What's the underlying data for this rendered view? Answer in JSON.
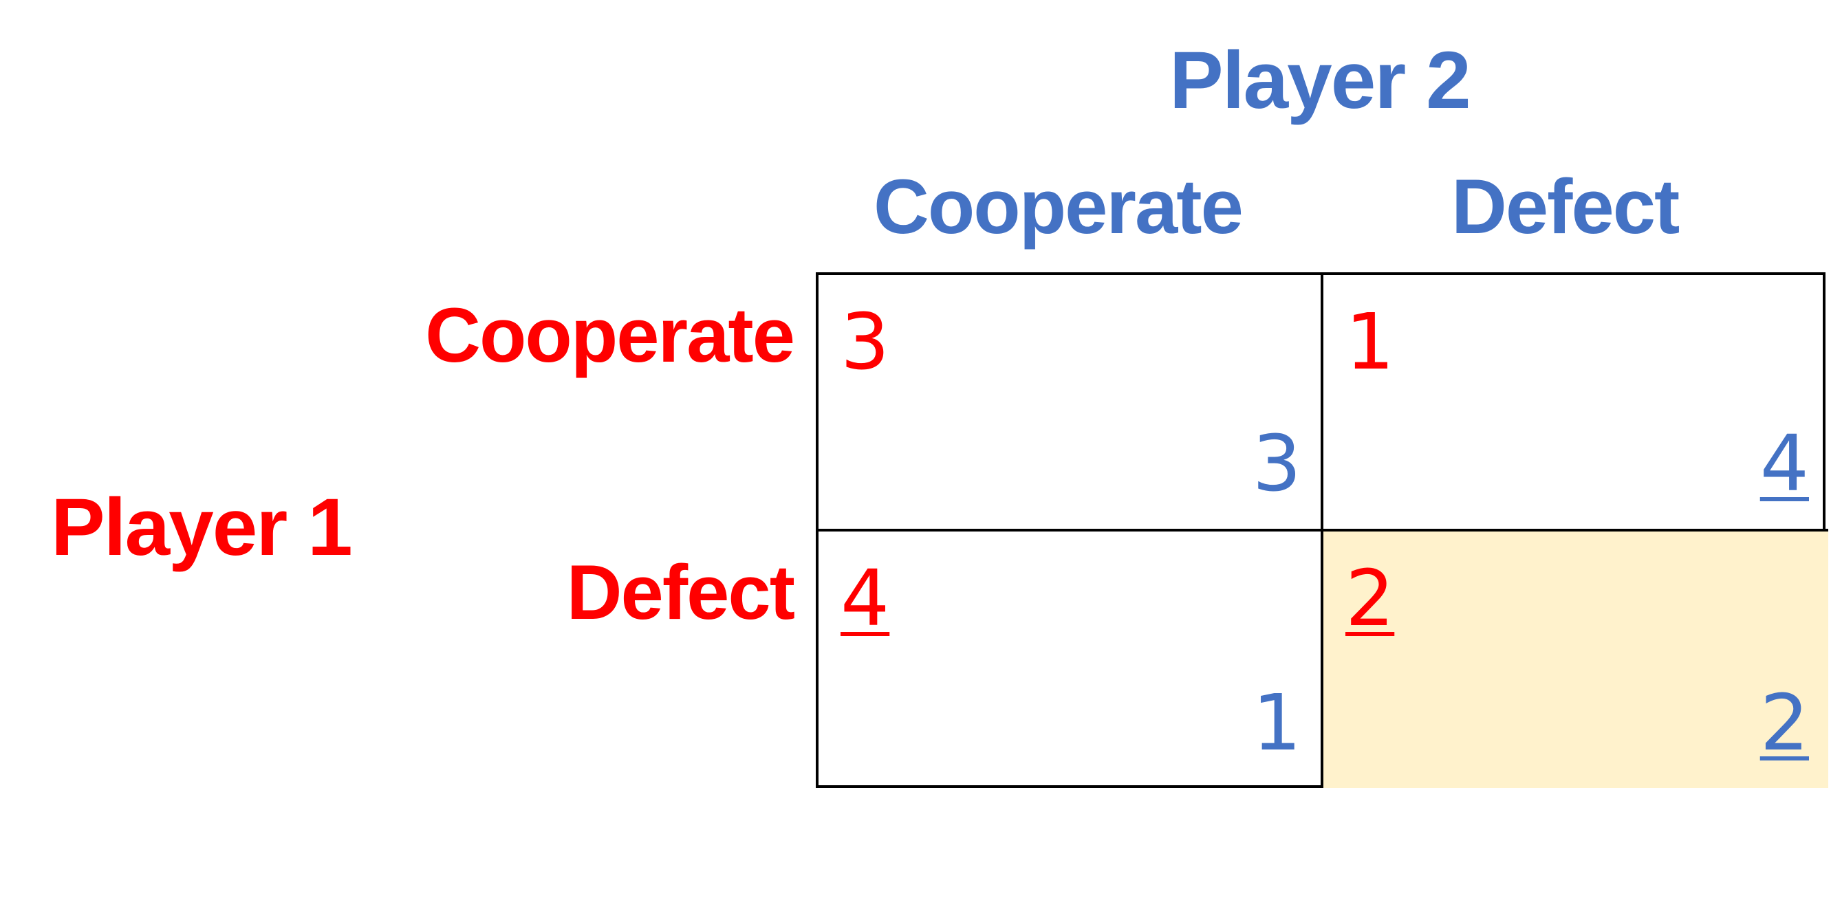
{
  "player2": {
    "title": "Player 2",
    "color": "#4472C4",
    "strategies": [
      "Cooperate",
      "Defect"
    ]
  },
  "player1": {
    "title": "Player 1",
    "color": "#FF0000",
    "strategies": [
      "Cooperate",
      "Defect"
    ]
  },
  "matrix": {
    "highlight_color": "#FFF2CC",
    "cells": [
      [
        {
          "p1": "3",
          "p2": "3",
          "p1_best": false,
          "p2_best": false,
          "equilibrium": false
        },
        {
          "p1": "1",
          "p2": "4",
          "p1_best": false,
          "p2_best": true,
          "equilibrium": false
        }
      ],
      [
        {
          "p1": "4",
          "p2": "1",
          "p1_best": true,
          "p2_best": false,
          "equilibrium": false
        },
        {
          "p1": "2",
          "p2": "2",
          "p1_best": true,
          "p2_best": true,
          "equilibrium": true
        }
      ]
    ]
  }
}
